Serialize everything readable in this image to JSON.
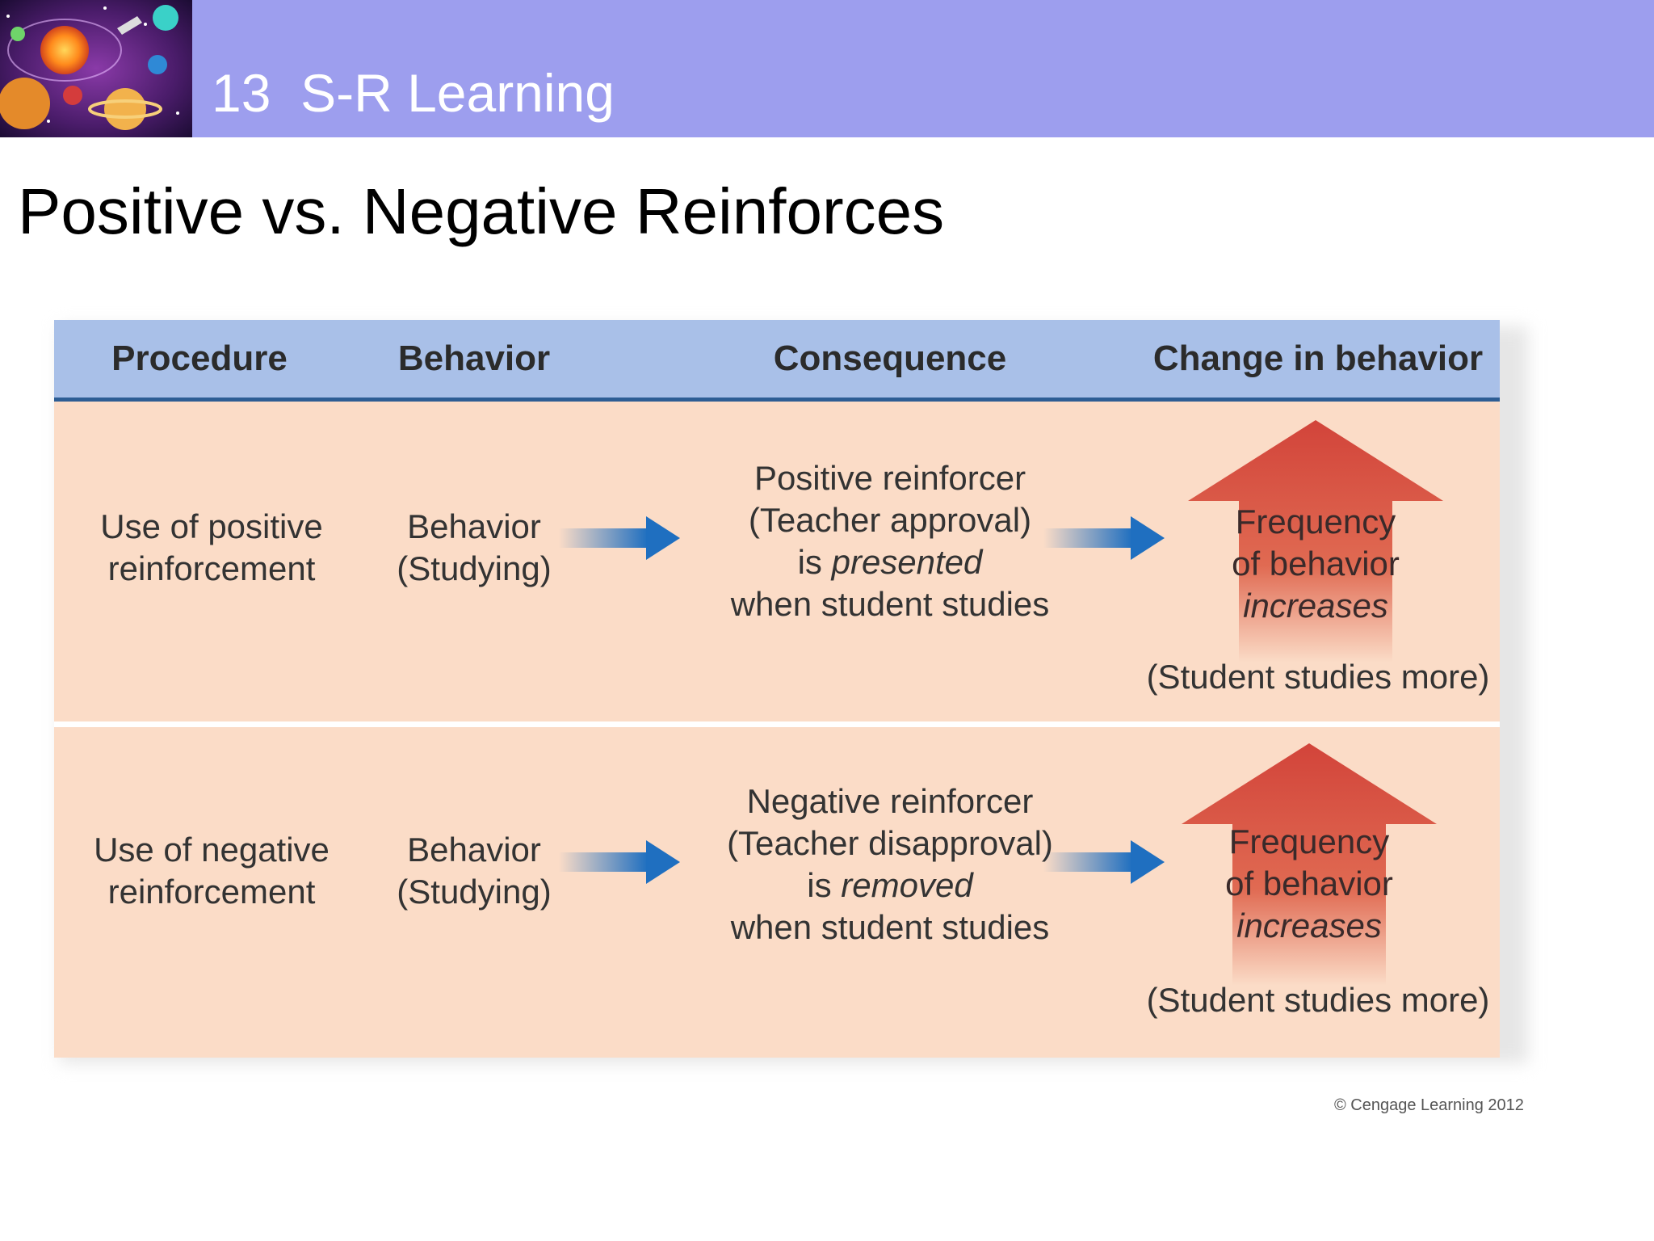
{
  "header": {
    "section_title": "13  S-R Learning"
  },
  "slide": {
    "title": "Positive vs. Negative Reinforces"
  },
  "table": {
    "headers": [
      "Procedure",
      "Behavior",
      "Consequence",
      "Change in behavior"
    ],
    "rows": [
      {
        "procedure_line1": "Use of positive",
        "procedure_line2": "reinforcement",
        "behavior_line1": "Behavior",
        "behavior_line2": "(Studying)",
        "consequence_line1": "Positive reinforcer",
        "consequence_line2": "(Teacher approval)",
        "consequence_line3_prefix": "is ",
        "consequence_line3_emphasis": "presented",
        "consequence_line4": "when student studies",
        "change_line1": "Frequency",
        "change_line2": "of behavior",
        "change_line3": "increases",
        "change_note": "(Student studies more)"
      },
      {
        "procedure_line1": "Use of negative",
        "procedure_line2": "reinforcement",
        "behavior_line1": "Behavior",
        "behavior_line2": "(Studying)",
        "consequence_line1": "Negative reinforcer",
        "consequence_line2": "(Teacher disapproval)",
        "consequence_line3_prefix": "is ",
        "consequence_line3_emphasis": "removed",
        "consequence_line4": "when student studies",
        "change_line1": "Frequency",
        "change_line2": "of behavior",
        "change_line3": "increases",
        "change_note": "(Student studies more)"
      }
    ]
  },
  "footer": {
    "copyright": "© Cengage Learning 2012"
  },
  "colors": {
    "header_bar": "#9d9eee",
    "table_header": "#a9c0e8",
    "row_background": "#fbdcc7",
    "small_arrow": "#1f6fc0",
    "big_arrow": "#d2443a"
  },
  "icons": {
    "header_image": "solar-system-illustration",
    "flow_arrow": "right-arrow-icon",
    "increase_arrow": "up-arrow-icon"
  }
}
